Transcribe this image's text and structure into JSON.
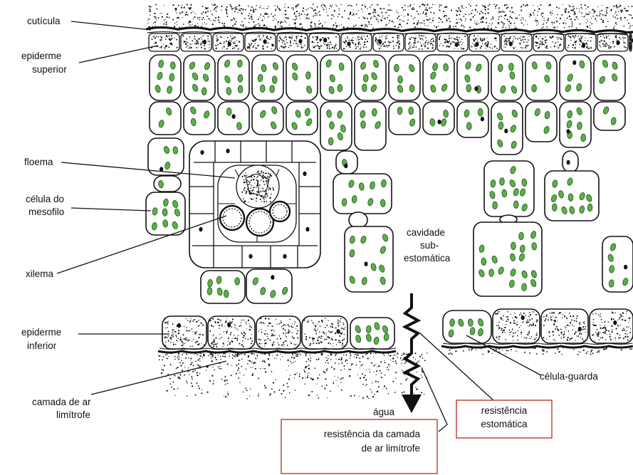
{
  "labels": {
    "cuticula": "cutícula",
    "epiderme_superior": [
      "epiderme",
      "superior"
    ],
    "floema": "floema",
    "celula_mesofilo": [
      "célula do",
      "mesofilo"
    ],
    "xilema": "xilema",
    "cavidade": [
      "cavidade",
      "sub-",
      "estomática"
    ],
    "epiderme_inferior": [
      "epiderme",
      "inferior"
    ],
    "camada_ar": [
      "camada de ar",
      "limítrofe"
    ],
    "celula_guarda": "célula-guarda",
    "agua": "água",
    "resistencia_estomatica": [
      "resistência",
      "estomática"
    ],
    "resistencia_camada": [
      "resistência da camada",
      "de ar limítrofe"
    ]
  },
  "colors": {
    "ink": "#111111",
    "chloroplast": "#5fae4c",
    "chloroplast_outline": "#2f6a2a",
    "box_border": "#c0392b"
  }
}
